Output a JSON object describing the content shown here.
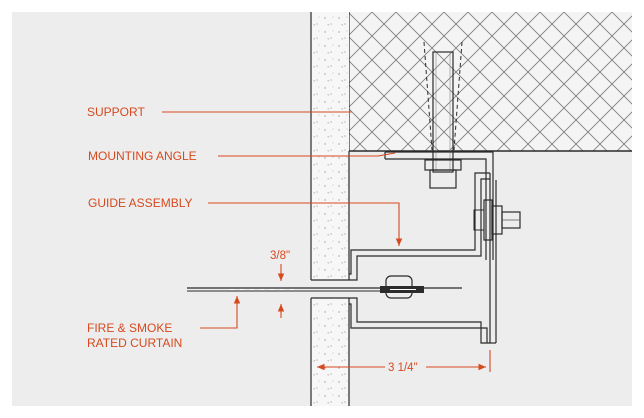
{
  "labels": {
    "support": "SUPPORT",
    "mounting_angle": "MOUNTING ANGLE",
    "guide_assembly": "GUIDE ASSEMBLY",
    "curtain_line1": "FIRE & SMOKE",
    "curtain_line2": "RATED CURTAIN"
  },
  "dimensions": {
    "gap": "3/8\"",
    "depth": "3 1/4\""
  },
  "colors": {
    "annotation": "#d64a1f",
    "background": "#ededed",
    "linework": "#2b2b2b"
  }
}
